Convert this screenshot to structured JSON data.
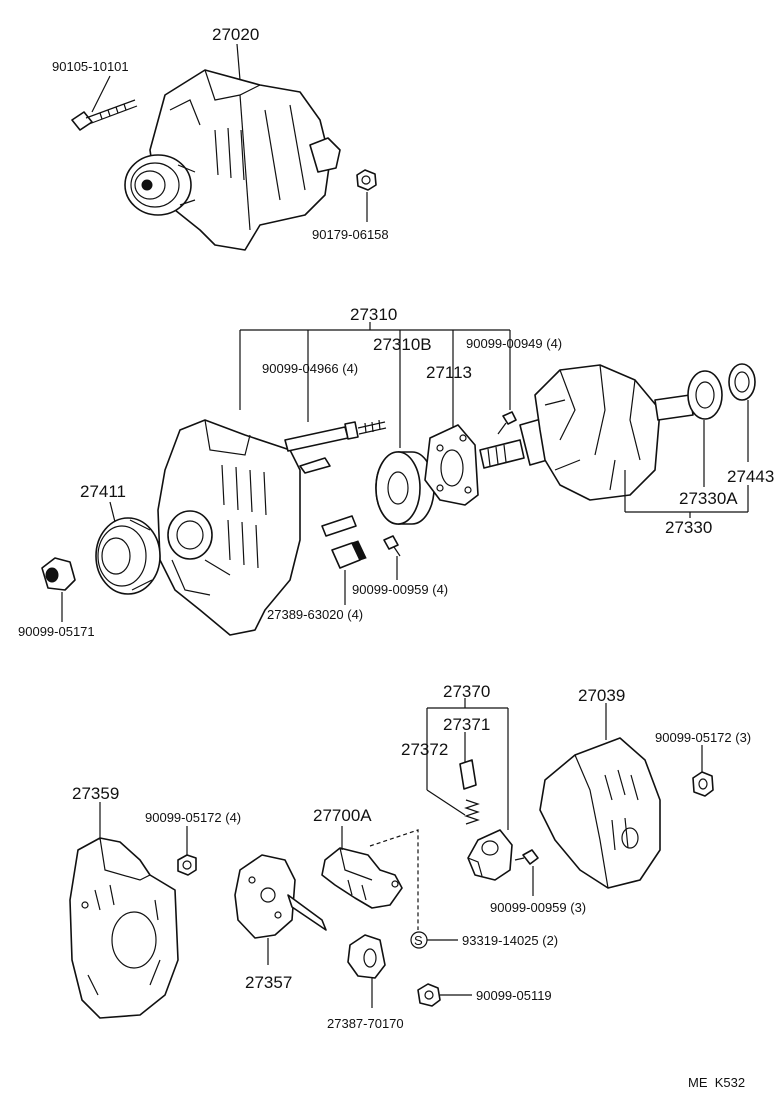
{
  "labels": {
    "alternator_assy": "27020",
    "bolt_top": "90105-10101",
    "nut_top": "90179-06158",
    "drive_end_frame_assy": "27310",
    "frame_27310b": "27310B",
    "bolt_04966": "90099-04966 (4)",
    "screw_00949": "90099-00949 (4)",
    "retainer_27113": "27113",
    "pulley": "27411",
    "nut_05171": "90099-05171",
    "insulator_63020": "27389-63020 (4)",
    "screw_00959_4": "90099-00959 (4)",
    "bearing_27443": "27443",
    "bearing_27330a": "27330A",
    "rotor_27330": "27330",
    "brush_holder_assy": "27370",
    "brush_27371": "27371",
    "spring_27372": "27372",
    "rear_cover": "27039",
    "nut_05172_3": "90099-05172 (3)",
    "rear_frame": "27359",
    "nut_05172_4": "90099-05172 (4)",
    "regulator": "27700A",
    "rectifier": "27357",
    "terminal_insulator": "27387-70170",
    "screw_00959_3": "90099-00959 (3)",
    "screw_14025_symbol": "S",
    "screw_14025": "93319-14025 (2)",
    "nut_05119": "90099-05119",
    "page_code": "ME  K532"
  }
}
